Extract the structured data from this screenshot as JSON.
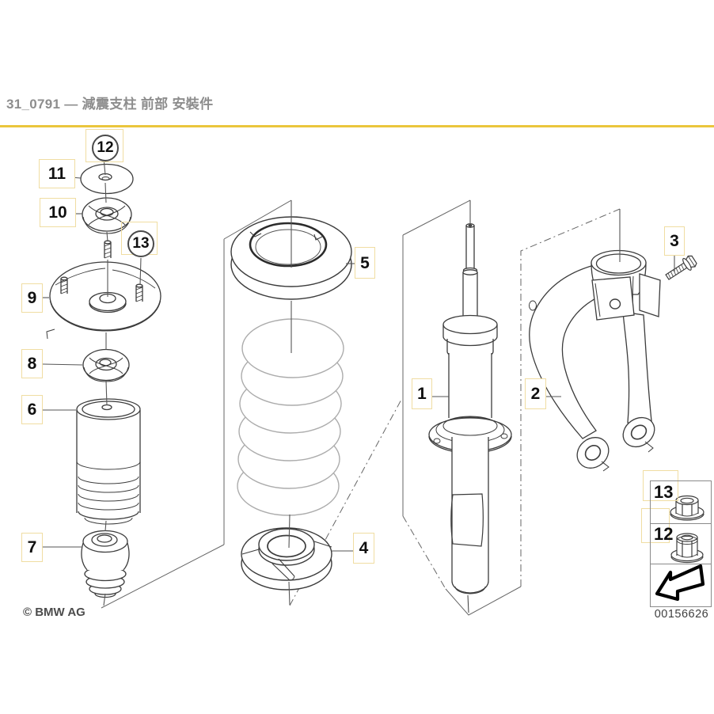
{
  "header": {
    "title": "31_0791 — 減震支柱 前部 安裝件"
  },
  "callouts": {
    "c1": "1",
    "c2": "2",
    "c3": "3",
    "c4": "4",
    "c5": "5",
    "c6": "6",
    "c7": "7",
    "c8": "8",
    "c9": "9",
    "c10": "10",
    "c11": "11",
    "c12": "12",
    "c13": "13"
  },
  "legend_table": {
    "row1_label": "13",
    "row2_label": "12"
  },
  "footer": {
    "copyright": "© BMW AG",
    "diagram_number": "00156626"
  },
  "icons": {
    "direction_arrow": "arrow-down-left-icon"
  },
  "colors": {
    "accent_rule": "#EAC63C",
    "callout_border": "#F0DDA2",
    "part_line": "#3C3C3C",
    "spring_line": "#ACACAC",
    "frame_line": "#666666"
  }
}
